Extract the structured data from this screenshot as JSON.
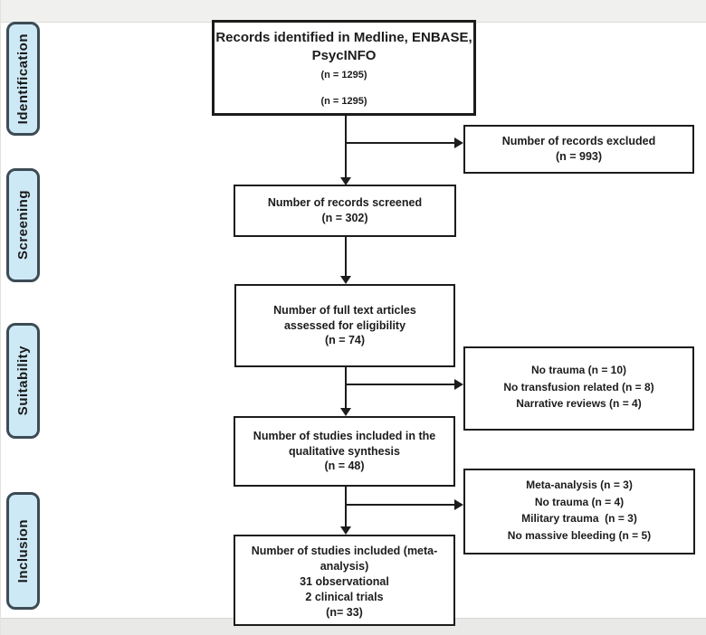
{
  "title": "Study selection flow diagram",
  "colors": {
    "stage_fill": "#cde9f6",
    "stage_border": "#3d4b55",
    "box_border": "#1c1c1c",
    "arrow": "#1c1c1c"
  },
  "sidebar": {
    "stages": [
      {
        "label": "Identification"
      },
      {
        "label": "Screening"
      },
      {
        "label": "Suitability"
      },
      {
        "label": "Inclusion"
      }
    ]
  },
  "flow": {
    "identified": {
      "line1": "Records identified in Medline, ENBASE,",
      "line2": "PsycINFO",
      "count1": "(n = 1295)",
      "count2": "(n = 1295)"
    },
    "excluded": {
      "line1": "Number of records excluded",
      "count": "(n = 993)"
    },
    "screened": {
      "line1": "Number of records screened",
      "count": "(n = 302)"
    },
    "fulltext": {
      "line1": "Number of full text articles",
      "line2": "assessed for eligibility",
      "count": "(n = 74)"
    },
    "reasons1": {
      "line1": "No trauma (n = 10)",
      "line2": "No transfusion related (n = 8)",
      "line3": "Narrative reviews (n = 4)"
    },
    "qualitative": {
      "line1": "Number of studies included in the",
      "line2": "qualitative synthesis",
      "count": "(n = 48)"
    },
    "reasons2": {
      "line1": "Meta-analysis (n = 3)",
      "line2": "No trauma (n = 4)",
      "line3": "Military trauma  (n = 3)",
      "line4": "No massive bleeding (n = 5)"
    },
    "final": {
      "line1": "Number of studies included (meta-analysis)",
      "line2": "31 observational",
      "line3": "2 clinical trials",
      "count": "(n= 33)"
    }
  }
}
